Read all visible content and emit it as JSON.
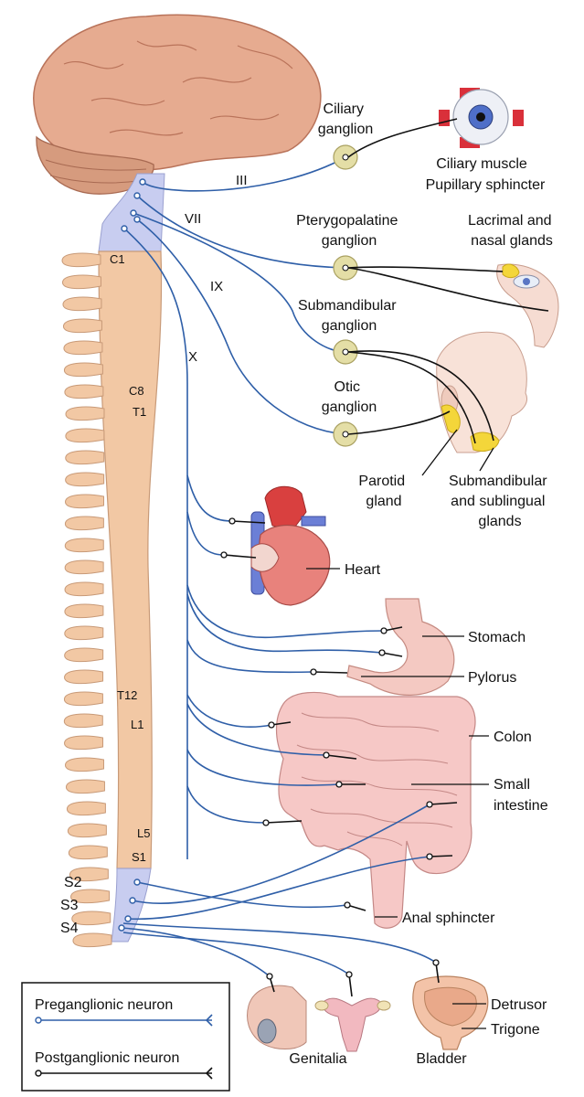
{
  "cranial_nerves": {
    "III": "III",
    "VII": "VII",
    "IX": "IX",
    "X": "X"
  },
  "spinal_segments": {
    "C1": "C1",
    "C8": "C8",
    "T1": "T1",
    "T12": "T12",
    "L1": "L1",
    "L5": "L5",
    "S1": "S1",
    "S2": "S2",
    "S3": "S3",
    "S4": "S4"
  },
  "ganglia": {
    "ciliary": [
      "Ciliary",
      "ganglion"
    ],
    "pterygopalatine": [
      "Pterygopalatine",
      "ganglion"
    ],
    "submandibular": [
      "Submandibular",
      "ganglion"
    ],
    "otic": [
      "Otic",
      "ganglion"
    ]
  },
  "targets": {
    "ciliary_muscle": "Ciliary muscle",
    "pupillary_sphincter": "Pupillary sphincter",
    "lacrimal": [
      "Lacrimal and",
      "nasal glands"
    ],
    "parotid": [
      "Parotid",
      "gland"
    ],
    "submandibular_glands": [
      "Submandibular",
      "and sublingual",
      "glands"
    ],
    "heart": "Heart",
    "stomach": "Stomach",
    "pylorus": "Pylorus",
    "colon": "Colon",
    "small_intestine": [
      "Small",
      "intestine"
    ],
    "anal_sphincter": "Anal sphincter",
    "detrusor": "Detrusor",
    "trigone": "Trigone",
    "genitalia": "Genitalia",
    "bladder": "Bladder"
  },
  "legend": {
    "preganglionic": "Preganglionic neuron",
    "postganglionic": "Postganglionic neuron"
  },
  "colors": {
    "preganglionic": "#2f5fa8",
    "postganglionic": "#111111",
    "brain": "#e2a88e",
    "spine": "#f1c6a2",
    "ganglion": "#e0dba0",
    "gland": "#f4d63a",
    "organ": "#f1b9b4"
  }
}
